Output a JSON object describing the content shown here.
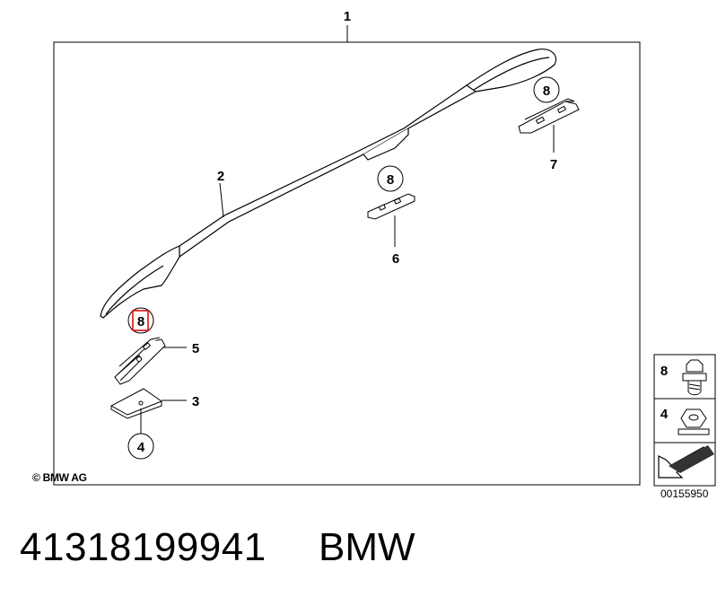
{
  "diagram": {
    "callouts": {
      "c1": "1",
      "c2": "2",
      "c3": "3",
      "c4": "4",
      "c5": "5",
      "c6": "6",
      "c7": "7",
      "circle_top_right": "8",
      "circle_mid": "8",
      "circle_left": "8",
      "circle_bottom": "4"
    },
    "legend": [
      {
        "label": "8",
        "icon": "bolt-icon"
      },
      {
        "label": "4",
        "icon": "nut-icon"
      }
    ],
    "legend_arrow_icon": "arrow-icon",
    "copyright": "© BMW AG",
    "drawing_code": "00155950"
  },
  "footer": {
    "part_number": "41318199941",
    "brand": "BMW"
  }
}
